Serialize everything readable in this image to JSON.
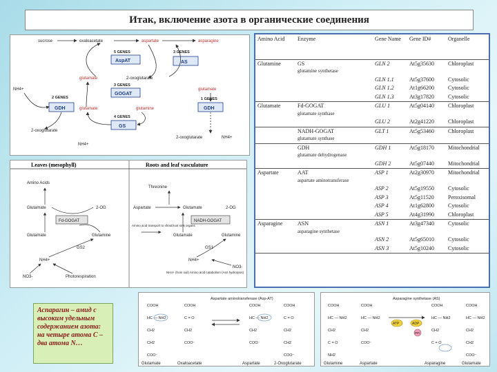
{
  "slide_title": "Итак, включение азота в органические соединения",
  "note": "Аспарагин – амид с высоким удельным содержанием азота: на четыре атома С – два атома N…",
  "main_diagram": {
    "sucrose": "sucrose",
    "oxaloacetate": "oxaloacetate",
    "aspartate": "aspartate",
    "asparagine": "asparagine",
    "genes5": "5 GENES",
    "aspat": "AspAT",
    "genes3a": "3 GENES",
    "as": "AS",
    "glutamate": "glutamate",
    "oxoglutarate2": "2-oxoglutarate",
    "genes3b": "3 GENES",
    "gogat": "GOGAT",
    "nh4": "NH4+",
    "genes2": "2 GENES",
    "gdh": "GDH",
    "glutamine": "glutamine",
    "genes1": "1 GENES",
    "gdh2": "GDH",
    "genes4": "4 GENES",
    "gs": "GS",
    "oxoglutarate_b": "2-oxoglutarate",
    "glutamate_b": "glutamate",
    "nh4_b": "NH4+",
    "nh4_c": "NH4+",
    "oxoglutarate_c": "2-oxoglutarate"
  },
  "leaf_diagram": {
    "left_header": "Leaves (mesophyll)",
    "right_header": "Roots and leaf vasculature",
    "amino_acids": "Amino Acids",
    "threonine": "Threonine",
    "glutamate_l": "Glutamate",
    "oxog_l": "2-OG",
    "fd_gogat": "Fd-GOGAT",
    "glutamate_l2": "Glutamate",
    "glutamine_l": "Glutamine",
    "gs2": "GS2",
    "nh4_l": "NH4+",
    "photorespiration": "Photorespiration",
    "no3_l": "NO3-",
    "aspartate_r": "Aspartate",
    "glutamate_r": "Glutamate",
    "oxog_r": "2-OG",
    "nadh_gogat": "NADH-GOGAT",
    "transport": "Amino acid transport to shoot/root sink organs",
    "glutamate_r2": "Glutamate",
    "glutamine_r": "Glutamine",
    "gs1": "GS1",
    "nh4_r": "NH4+",
    "no3_r": "NO3-",
    "uptake": "NH4+ (from soil) Amino acid catabolism (Asn hydrolysis)"
  },
  "gene_table": {
    "headers": [
      "Amino Acid",
      "Enzyme",
      "Gene Name",
      "Gene ID#",
      "Organelle"
    ],
    "groups": [
      {
        "amino_acid": "Glutamine",
        "enzyme": "GS",
        "enzyme_full": "glutamine synthetase",
        "rows": [
          {
            "gene": "GLN 2",
            "id": "At5g35630",
            "org": "Chloroplast"
          },
          {
            "gene": "GLN 1.1",
            "id": "At5g37600",
            "org": "Cytosolic"
          },
          {
            "gene": "GLN 1.2",
            "id": "At1g66200",
            "org": "Cytosolic"
          },
          {
            "gene": "GLN 1.3",
            "id": "At3g17820",
            "org": "Cytosolic"
          }
        ]
      },
      {
        "amino_acid": "Glutamate",
        "enzyme": "Fd-GOGAT",
        "enzyme_full": "glutamate synthase",
        "rows": [
          {
            "gene": "GLU 1",
            "id": "At5g04140",
            "org": "Chloroplast"
          },
          {
            "gene": "GLU 2",
            "id": "At2g41220",
            "org": "Chloroplast"
          }
        ]
      },
      {
        "amino_acid": "",
        "enzyme": "NADH-GOGAT",
        "enzyme_full": "glutamate synthase",
        "rows": [
          {
            "gene": "GLT 1",
            "id": "At5g53460",
            "org": "Chloroplast"
          }
        ]
      },
      {
        "amino_acid": "",
        "enzyme": "GDH",
        "enzyme_full": "glutamate dehydrogenase",
        "rows": [
          {
            "gene": "GDH 1",
            "id": "At5g18170",
            "org": "Mitochondrial"
          },
          {
            "gene": "GDH 2",
            "id": "At5g07440",
            "org": "Mitochondrial"
          }
        ]
      },
      {
        "amino_acid": "Aspartate",
        "enzyme": "AAT",
        "enzyme_full": "aspartate aminotransferase",
        "rows": [
          {
            "gene": "ASP 1",
            "id": "At2g30970",
            "org": "Mitochondrial"
          },
          {
            "gene": "ASP 2",
            "id": "At5g19550",
            "org": "Cytosolic"
          },
          {
            "gene": "ASP 3",
            "id": "At5g11520",
            "org": "Peroxisomal"
          },
          {
            "gene": "ASP 4",
            "id": "At1g62800",
            "org": "Cytosolic"
          },
          {
            "gene": "ASP 5",
            "id": "At4g31990",
            "org": "Chloroplast"
          }
        ]
      },
      {
        "amino_acid": "Asparagine",
        "enzyme": "ASN",
        "enzyme_full": "asparagine synthetase",
        "rows": [
          {
            "gene": "ASN 1",
            "id": "At3g47340",
            "org": "Cytosolic"
          },
          {
            "gene": "ASN 2",
            "id": "At5g65010",
            "org": "Cytosolic"
          },
          {
            "gene": "ASN 3",
            "id": "At5g10240",
            "org": "Cytosolic"
          }
        ]
      }
    ]
  },
  "reaction1": {
    "enzyme": "Aspartate aminotransferase (Asp-AT)",
    "labels": [
      "Glutamate",
      "Oxaloacetate",
      "Aspartate",
      "2-Oxoglutarate"
    ]
  },
  "reaction2": {
    "enzyme": "Asparagine synthetase (AS)",
    "atp": "ATP",
    "adp": "ADP",
    "pi": "PPi",
    "labels": [
      "Glutamine",
      "Aspartate",
      "Asparagine",
      "Glutamate"
    ]
  }
}
